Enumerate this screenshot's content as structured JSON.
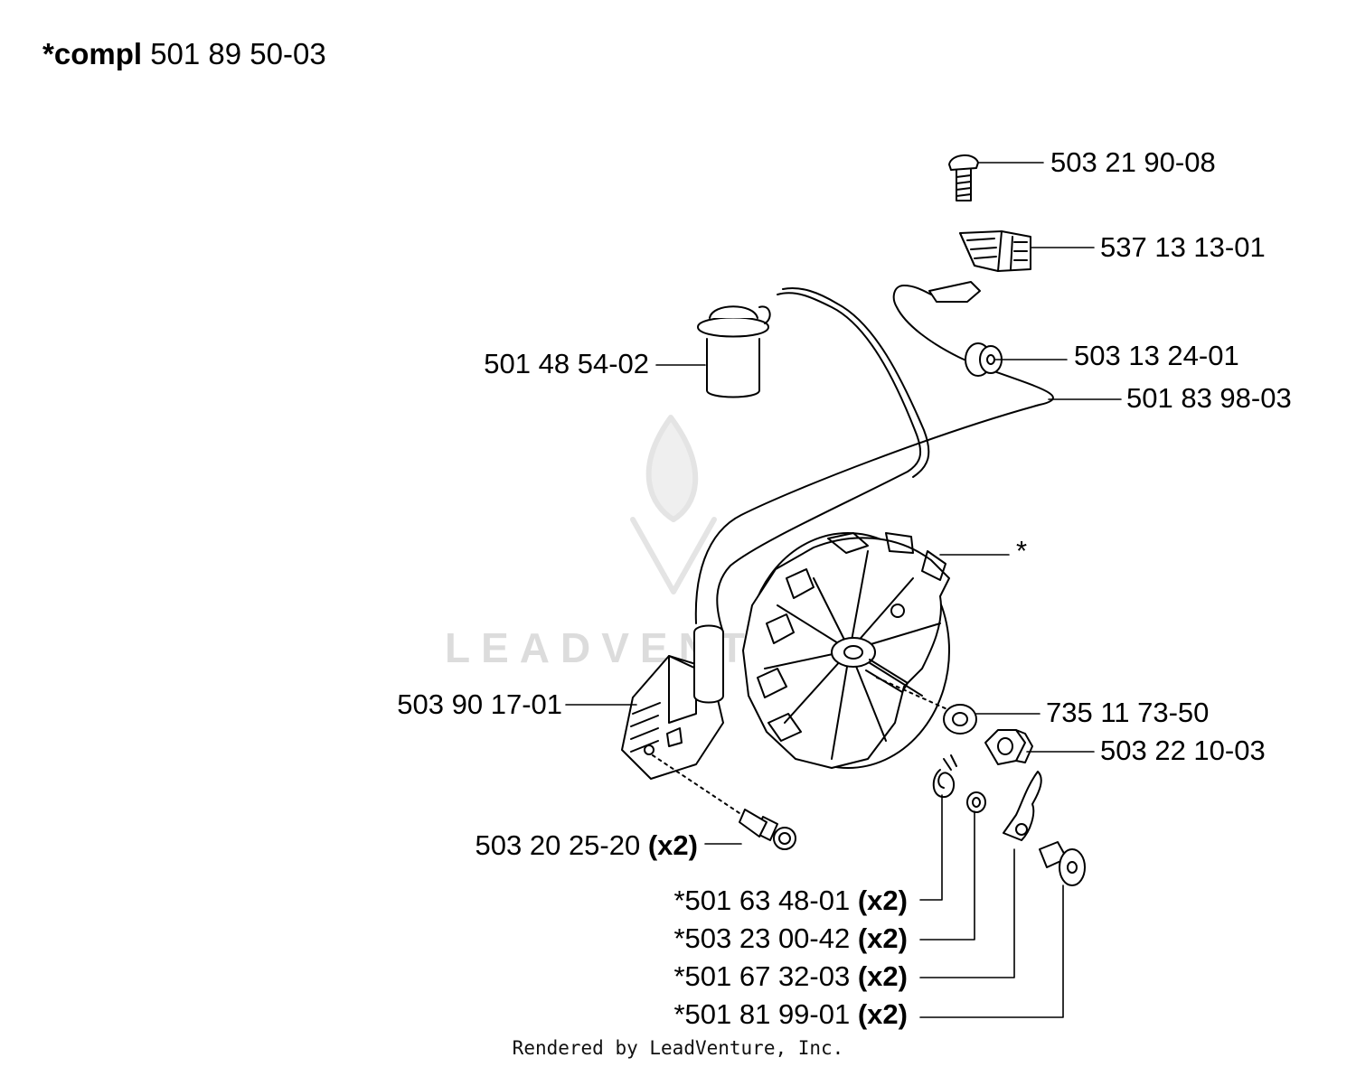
{
  "header": {
    "prefix": "*compl",
    "part": "501 89 50-03"
  },
  "parts": [
    {
      "id": "p1",
      "part": "503 21 90-08",
      "qty": ""
    },
    {
      "id": "p2",
      "part": "537 13 13-01",
      "qty": ""
    },
    {
      "id": "p3",
      "part": "501 48 54-02",
      "qty": ""
    },
    {
      "id": "p4",
      "part": "503 13 24-01",
      "qty": ""
    },
    {
      "id": "p5",
      "part": "501 83 98-03",
      "qty": ""
    },
    {
      "id": "p6",
      "part": "*",
      "qty": ""
    },
    {
      "id": "p7",
      "part": "503 90 17-01",
      "qty": ""
    },
    {
      "id": "p8",
      "part": "735 11 73-50",
      "qty": ""
    },
    {
      "id": "p9",
      "part": "503 22 10-03",
      "qty": ""
    },
    {
      "id": "p10",
      "part": "503 20 25-20",
      "qty": "(x2)"
    },
    {
      "id": "p11",
      "part": "*501 63 48-01",
      "qty": "(x2)"
    },
    {
      "id": "p12",
      "part": "*503 23 00-42",
      "qty": "(x2)"
    },
    {
      "id": "p13",
      "part": "*501 67 32-03",
      "qty": "(x2)"
    },
    {
      "id": "p14",
      "part": "*501 81 99-01",
      "qty": "(x2)"
    }
  ],
  "watermark": "LEADVENTURE",
  "footer": "Rendered by LeadVenture, Inc."
}
